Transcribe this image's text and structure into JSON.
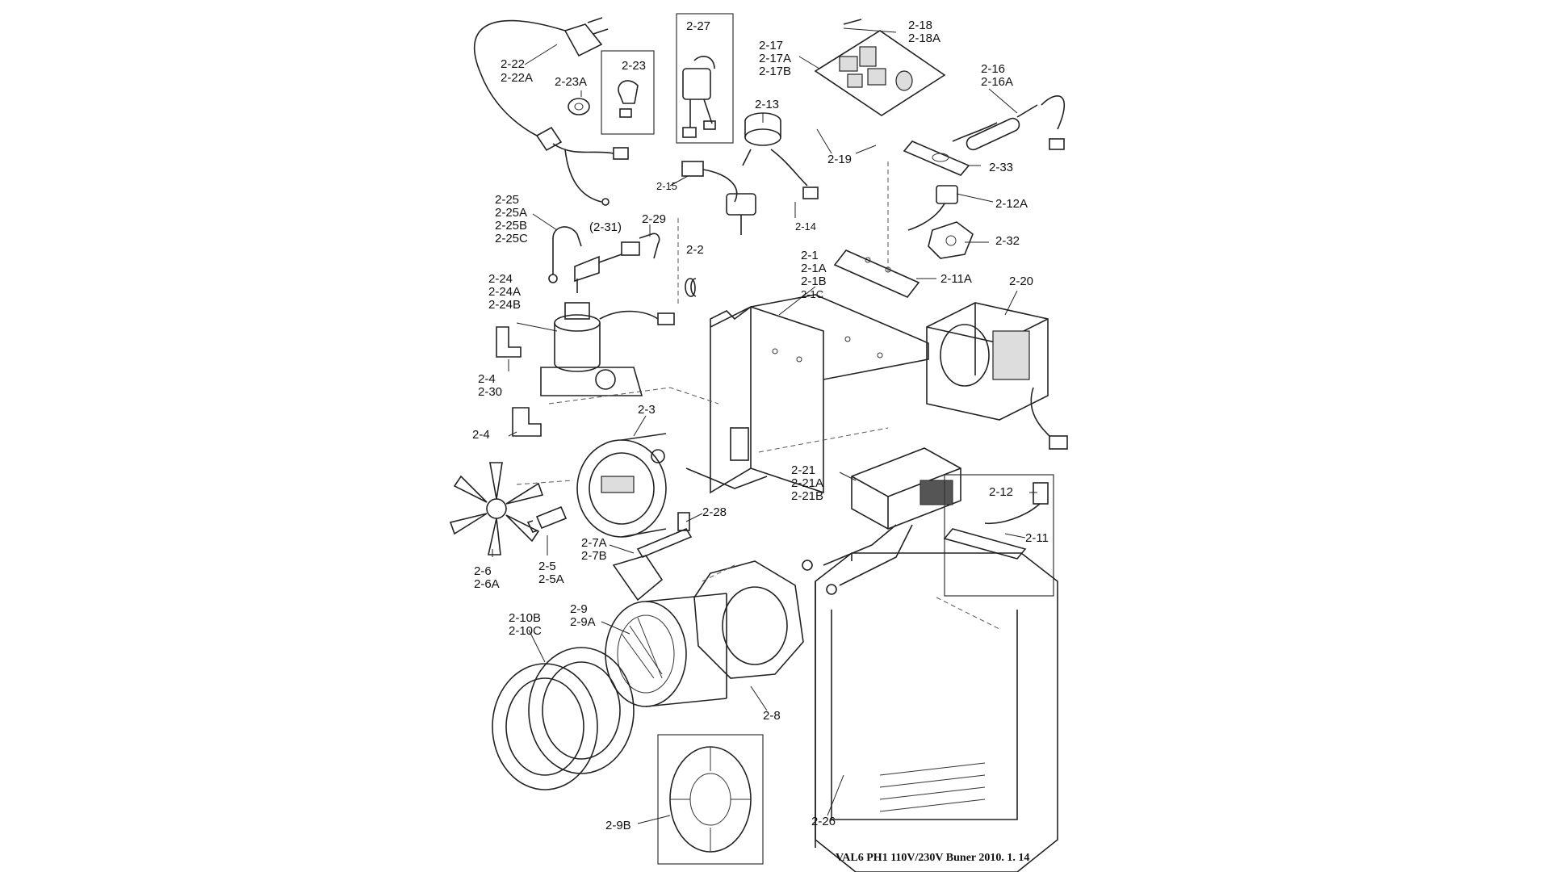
{
  "diagram": {
    "footer": "VAL6 PH1 110V/230V Buner 2010. 1. 14",
    "labels": {
      "p2_22": "2-22",
      "p2_22a": "2-22A",
      "p2_23a": "2-23A",
      "p2_23": "2-23",
      "p2_27": "2-27",
      "p2_18": "2-18",
      "p2_18a": "2-18A",
      "p2_17": "2-17",
      "p2_17a": "2-17A",
      "p2_17b": "2-17B",
      "p2_13": "2-13",
      "p2_16": "2-16",
      "p2_16a": "2-16A",
      "p2_19": "2-19",
      "p2_33": "2-33",
      "p2_15": "2-15",
      "p2_14": "2-14",
      "p2_12a": "2-12A",
      "p2_25": "2-25",
      "p2_25a": "2-25A",
      "p2_25b": "2-25B",
      "p2_25c": "2-25C",
      "p2_31": "(2-31)",
      "p2_29": "2-29",
      "p2_32": "2-32",
      "p2_2": "2-2",
      "p2_1": "2-1",
      "p2_1a": "2-1A",
      "p2_1b": "2-1B",
      "p2_1c": "2-1C",
      "p2_11a": "2-11A",
      "p2_20": "2-20",
      "p2_24": "2-24",
      "p2_24a": "2-24A",
      "p2_24b": "2-24B",
      "p2_4a": "2-4",
      "p2_30": "2-30",
      "p2_3": "2-3",
      "p2_4b": "2-4",
      "p2_21": "2-21",
      "p2_21a": "2-21A",
      "p2_21b": "2-21B",
      "p2_12": "2-12",
      "p2_28": "2-28",
      "p2_7a": "2-7A",
      "p2_7b": "2-7B",
      "p2_11": "2-11",
      "p2_6": "2-6",
      "p2_6a": "2-6A",
      "p2_5": "2-5",
      "p2_5a": "2-5A",
      "p2_10b": "2-10B",
      "p2_10c": "2-10C",
      "p2_9": "2-9",
      "p2_9a": "2-9A",
      "p2_8": "2-8",
      "p2_26": "2-26",
      "p2_9b": "2-9B"
    }
  }
}
